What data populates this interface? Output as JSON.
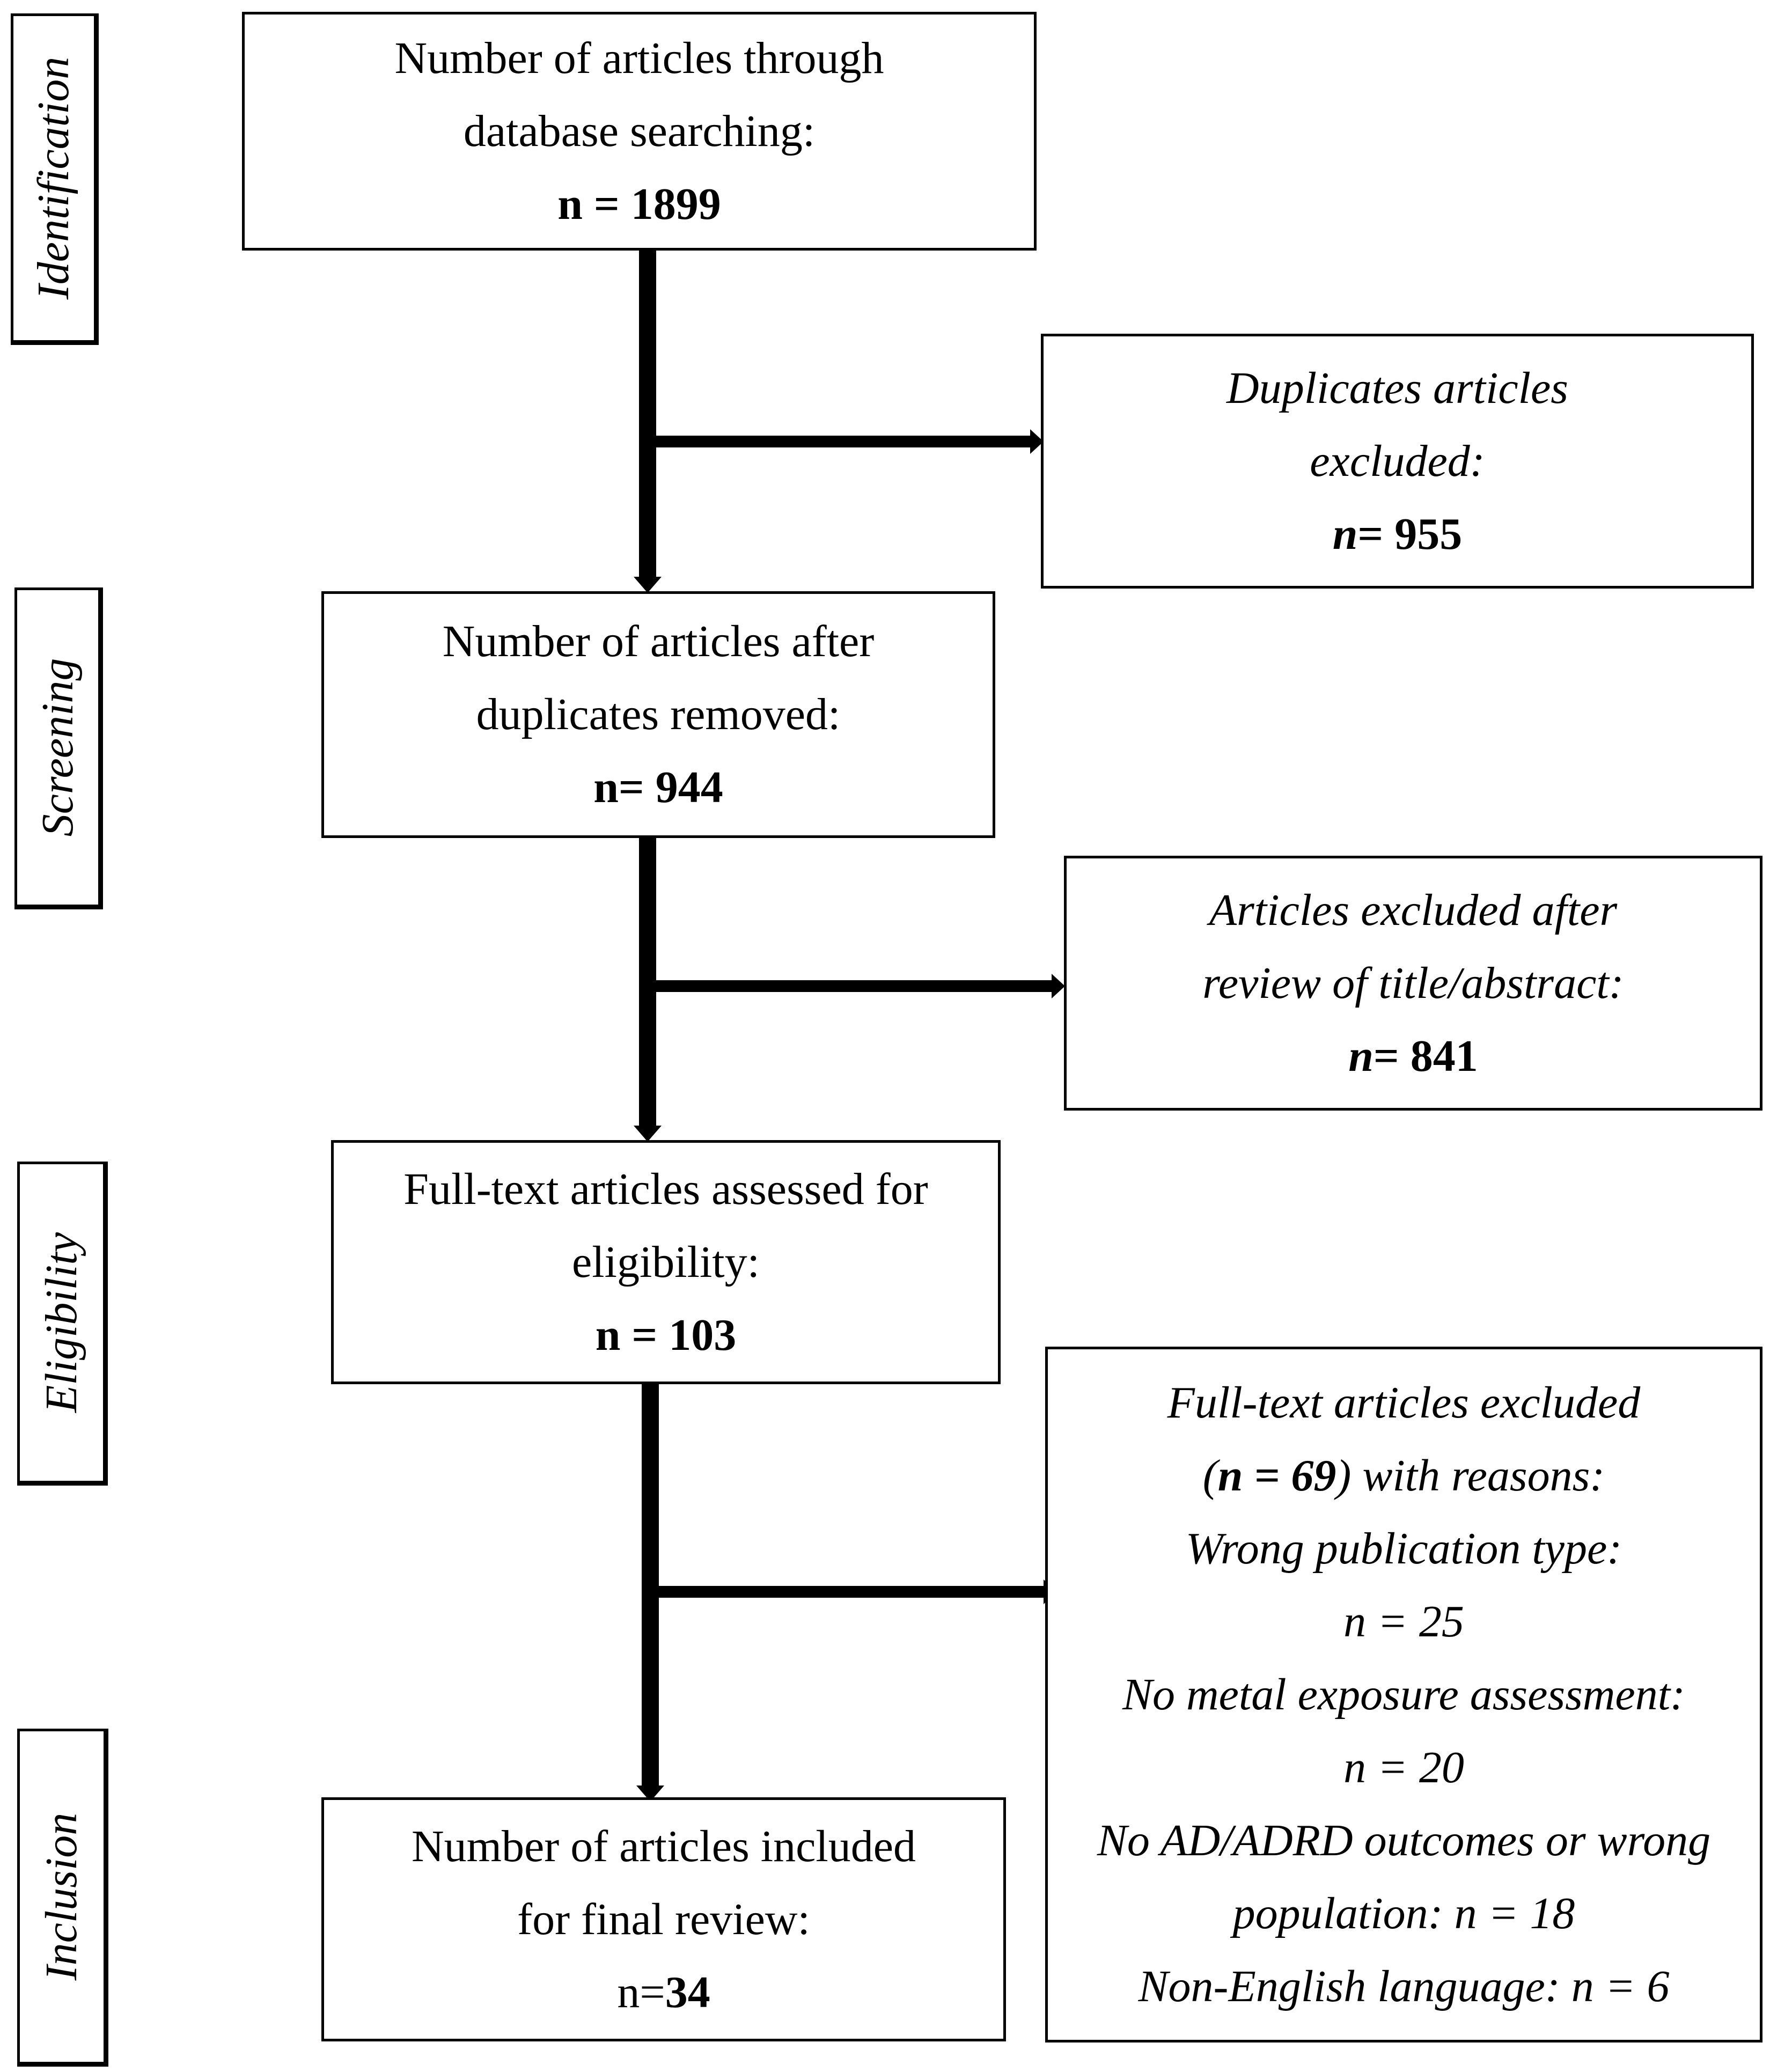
{
  "stages": {
    "identification": "Identification",
    "screening": "Screening",
    "eligibility": "Eligibility",
    "inclusion": "Inclusion"
  },
  "boxes": {
    "identified": {
      "line1": "Number of articles through",
      "line2": "database searching:",
      "count": "n = 1899"
    },
    "duplicates": {
      "line1": "Duplicates articles",
      "line2": "excluded:",
      "n_label": "n",
      "count": "= 955"
    },
    "after_duplicates": {
      "line1": "Number of articles after",
      "line2": "duplicates removed:",
      "count": "n= 944"
    },
    "title_abstract": {
      "line1": "Articles excluded after",
      "line2": "review of title/abstract:",
      "n_label": "n",
      "count": "= 841"
    },
    "full_text": {
      "line1": "Full-text articles assessed for",
      "line2": "eligibility:",
      "count": "n = 103"
    },
    "excluded_full_text": {
      "line1": "Full-text articles excluded",
      "open_paren": "(",
      "count": "n = 69",
      "with_reasons": ") with reasons:",
      "reasons": [
        "Wrong publication type:",
        "n = 25",
        "No metal exposure assessment:",
        "n = 20",
        "No AD/ADRD outcomes or wrong",
        "population: n = 18",
        "Non-English language: n = 6"
      ]
    },
    "included": {
      "line1": "Number of articles included",
      "line2": "for final review:",
      "n_prefix": "n=",
      "count": "34"
    }
  }
}
